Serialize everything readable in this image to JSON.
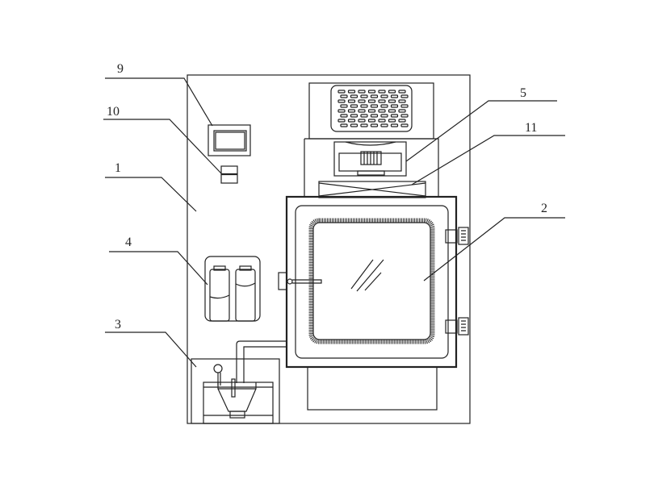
{
  "labels": {
    "l1": "1",
    "l2": "2",
    "l3": "3",
    "l4": "4",
    "l5": "5",
    "l9": "9",
    "l10": "10",
    "l11": "11"
  },
  "colors": {
    "line": "#222222",
    "background": "#ffffff"
  }
}
